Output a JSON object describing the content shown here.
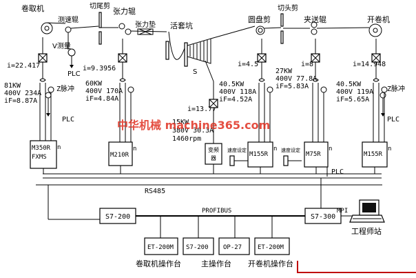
{
  "top_labels": {
    "coiler": "卷取机",
    "speed_roll": "测速辊",
    "tail_shear": "切尾剪",
    "tension_roll": "张力辊",
    "tension_pad": "张力垫",
    "loop_pit": "活套坑",
    "disc_shear": "圆盘剪",
    "head_shear": "切头剪",
    "pinch_roll": "夹送辊",
    "uncoiler": "开卷机",
    "v_measure": "V测量",
    "s_label": "S"
  },
  "drives": [
    {
      "ratio": "i=22.417",
      "spec": [
        "81KW",
        "400V 234A",
        "iF=8.87A"
      ],
      "plc1": "PLC",
      "pulse": "Z脉冲",
      "plc2": "PLC",
      "inverter": [
        "M350R",
        "FXMS"
      ],
      "n": "n"
    },
    {
      "ratio": "i=9.3956",
      "spec": [
        "60KW",
        "400V 170A",
        "iF=4.84A"
      ],
      "inverter": [
        "M210R"
      ],
      "n": "n"
    },
    {
      "ratio": "i=13.77",
      "spec": [
        "15KW",
        "380V 30.3A",
        "1460rpm"
      ],
      "inverter": [
        "变频",
        "器"
      ]
    },
    {
      "ratio": "i=4.5",
      "spec": [
        "40.5KW",
        "400V 118A",
        "iF=4.52A"
      ],
      "inverter": [
        "M155R"
      ],
      "n": "n",
      "speed_set": "速度设定"
    },
    {
      "ratio": "i=8",
      "spec": [
        "27KW",
        "400V 77.8A",
        "iF=5.83A"
      ],
      "inverter": [
        "M75R"
      ],
      "n": "n",
      "speed_set": "速度设定",
      "plc": "PLC"
    },
    {
      "ratio": "i=14.948",
      "spec": [
        "40.5KW",
        "400V 119A",
        "iF=5.65A"
      ],
      "pulse": "Z脉冲",
      "plc": "PLC",
      "inverter": [
        "M155R"
      ],
      "n": "n"
    }
  ],
  "network": {
    "rs485": "RS485",
    "profibus": "PROFIBUS",
    "mpi": "MPI",
    "plc_left": "S7-200",
    "plc_right": "S7-300",
    "nodes": [
      "ET-200M",
      "S7-200",
      "OP-27",
      "ET-200M"
    ],
    "station": "工程师站"
  },
  "consoles": {
    "coiler": "卷取机操作台",
    "main": "主操作台",
    "uncoiler": "开卷机操作台"
  },
  "watermark": "中华机械 machine365.com"
}
